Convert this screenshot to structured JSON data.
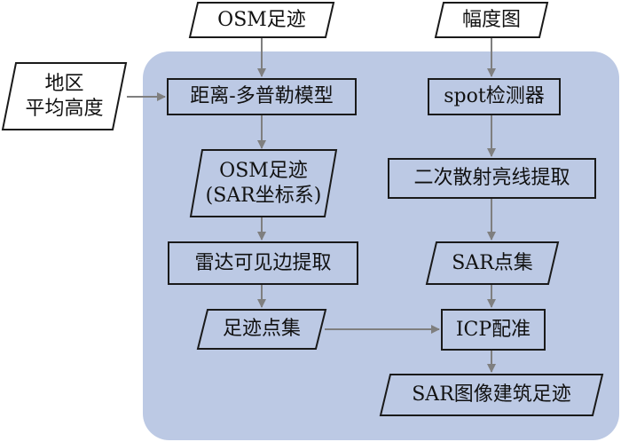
{
  "nodes": {
    "osm_footprint": "OSM足迹",
    "amplitude_image": "幅度图",
    "region_avg_height": "地区\n平均高度",
    "range_doppler_model": "距离-多普勒模型",
    "spot_detector": "spot检测器",
    "osm_footprint_sar": "OSM足迹\n(SAR坐标系)",
    "double_bounce_extraction": "二次散射亮线提取",
    "sar_point_set": "SAR点集",
    "radar_visible_edge_extraction": "雷达可见边提取",
    "footprint_point_set": "足迹点集",
    "icp_registration": "ICP配准",
    "sar_building_footprint": "SAR图像建筑足迹"
  },
  "colors": {
    "panel": "#bcc9e4",
    "arrow": "#7f7f7f",
    "border": "#1a1a1a"
  }
}
